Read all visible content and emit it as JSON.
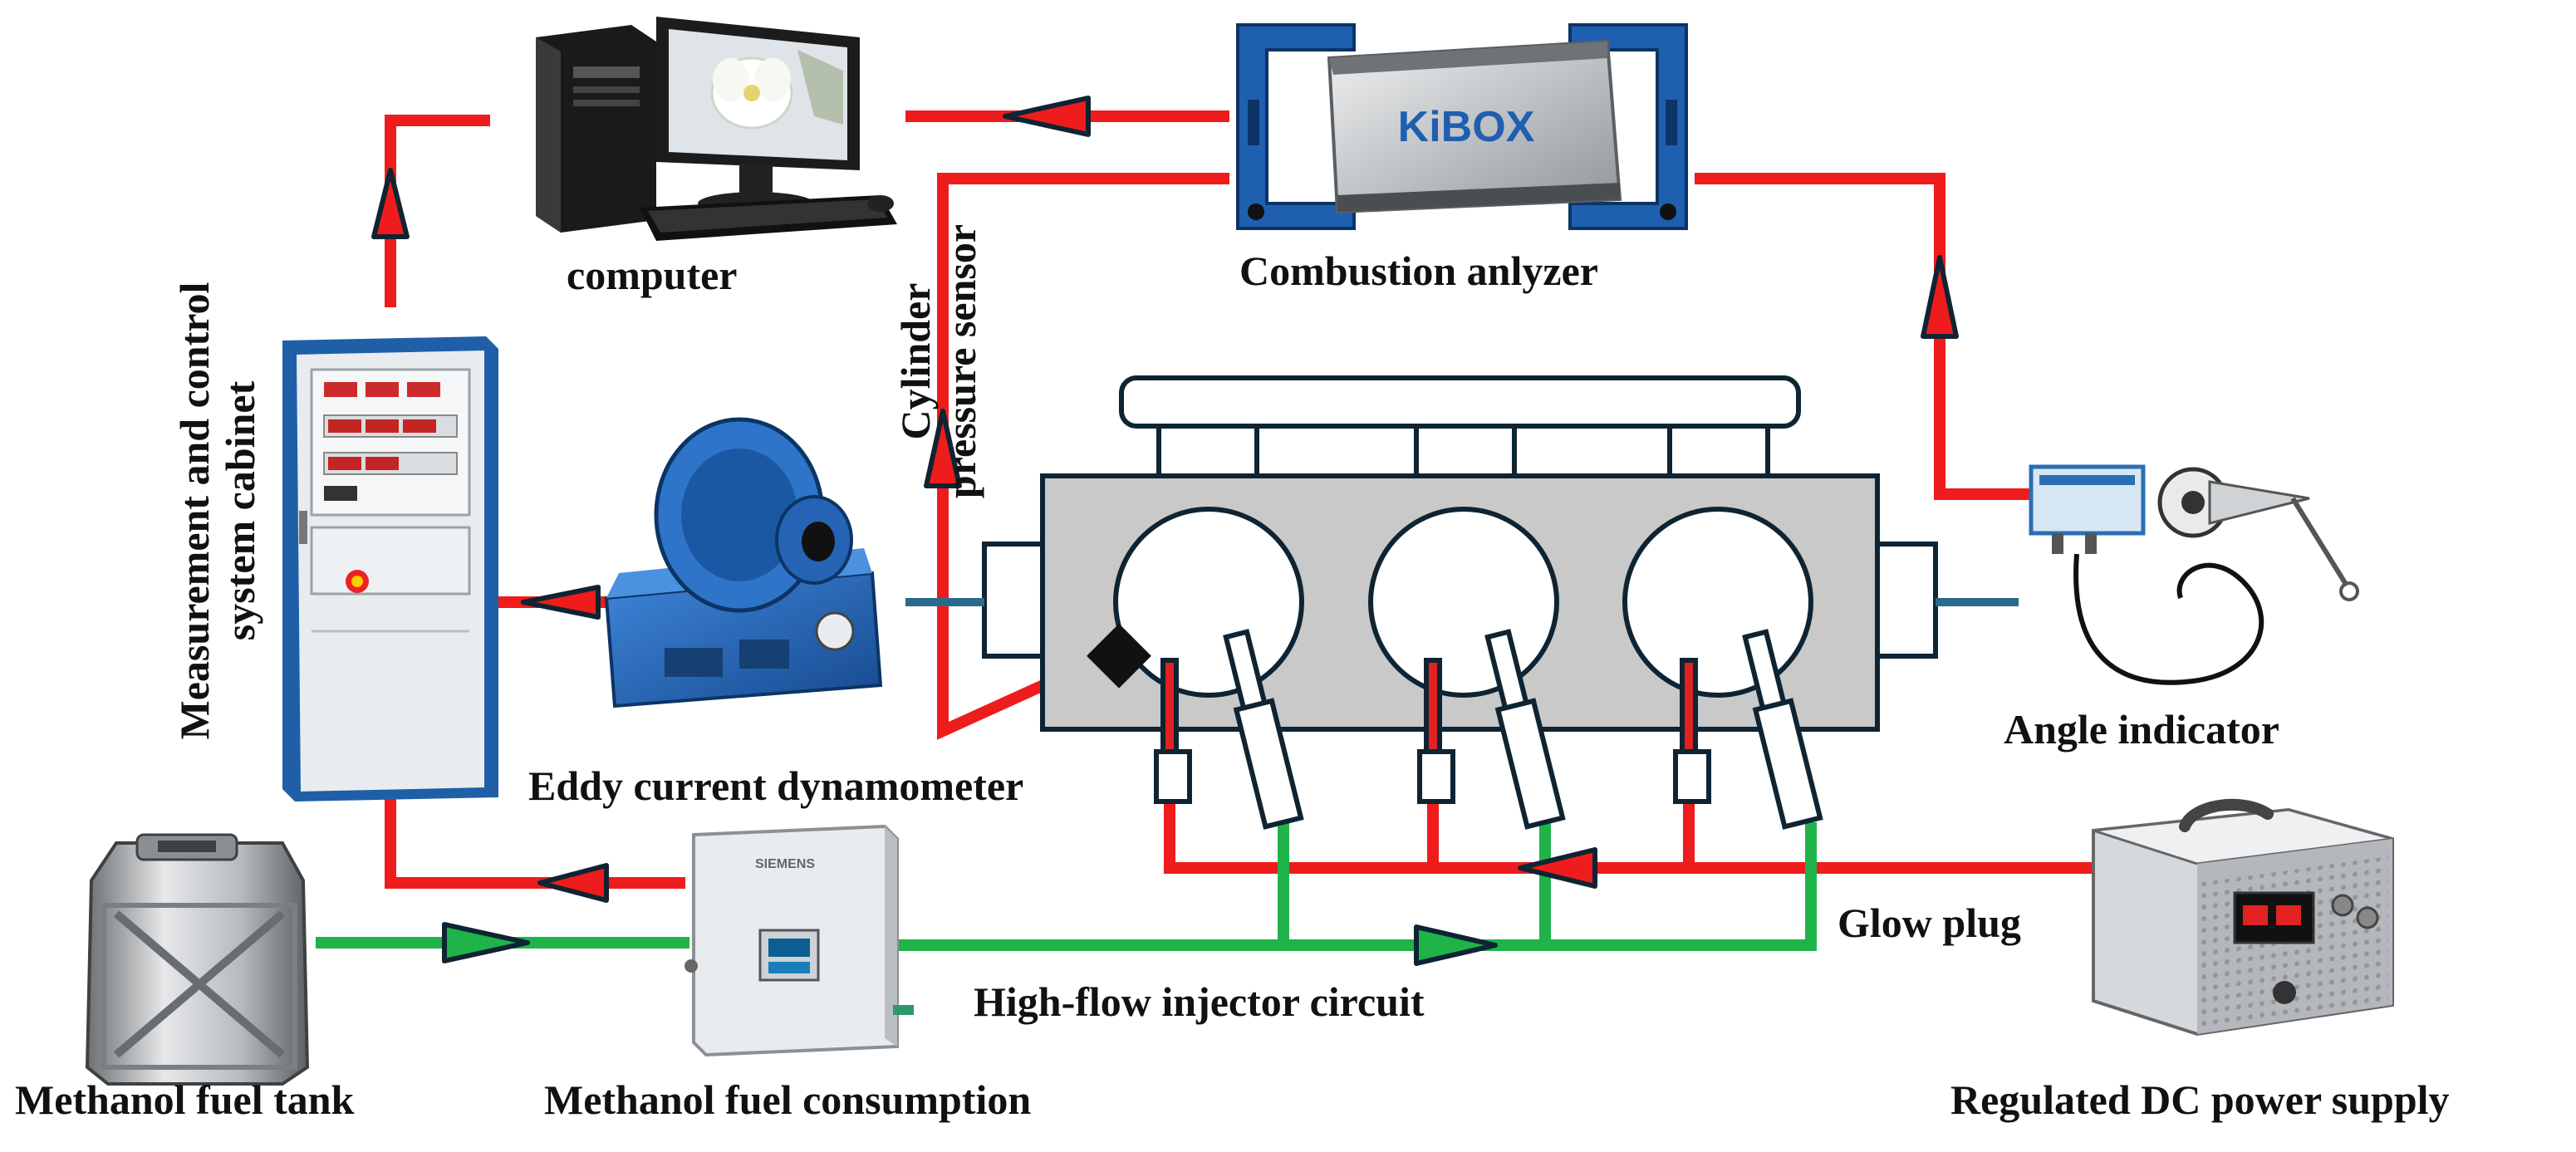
{
  "colors": {
    "signal_line": "#ee1c1c",
    "fuel_line": "#1fb34a",
    "shaft": "#2b6a8a",
    "engine_fill": "#c9c9c9",
    "equipment_blue": "#1f5fb0",
    "outline": "#0f2433"
  },
  "labels": {
    "computer": "computer",
    "combustion_analyzer": "Combustion anlyzer",
    "cylinder_pressure_sensor": [
      "Cylinder",
      "pressure sensor"
    ],
    "measurement_cabinet": [
      "Measurement and control",
      "system cabinet"
    ],
    "eddy_current_dynamometer": "Eddy current dynamometer",
    "angle_indicator": "Angle indicator",
    "glow_plug": "Glow plug",
    "high_flow_injector_circuit": "High-flow injector circuit",
    "methanol_fuel_tank": "Methanol fuel tank",
    "methanol_fuel_consumption": "Methanol fuel consumption",
    "regulated_dc_power_supply": "Regulated DC power supply"
  },
  "device_text": {
    "analyzer_logo": "KiBOX",
    "fuel_meter_brand": "SIEMENS"
  }
}
